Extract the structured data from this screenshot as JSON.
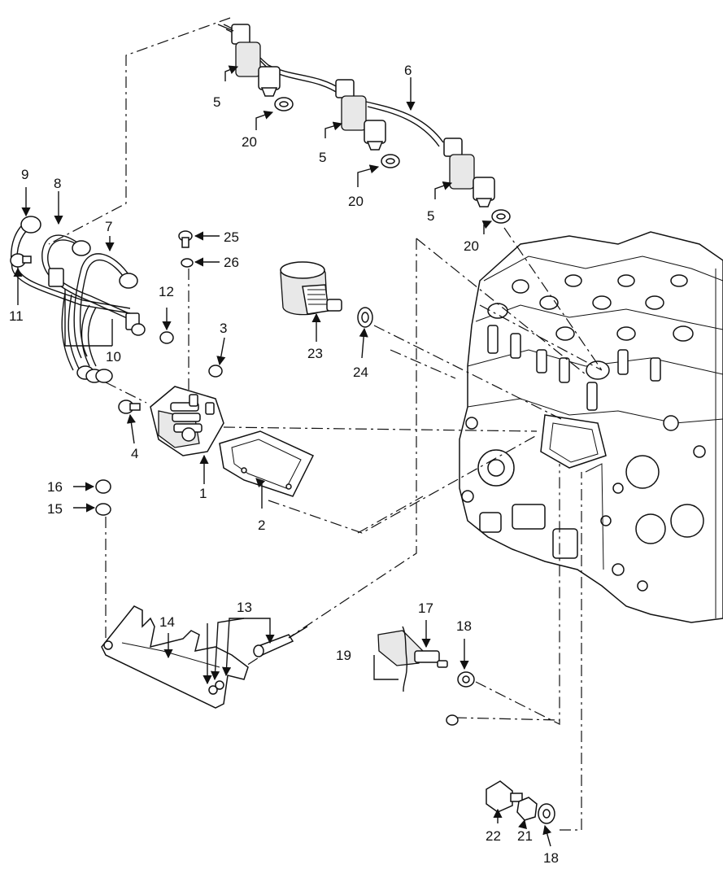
{
  "callouts": [
    {
      "id": "c5a",
      "text": "5"
    },
    {
      "id": "c5b",
      "text": "5"
    },
    {
      "id": "c5c",
      "text": "5"
    },
    {
      "id": "c6",
      "text": "6"
    },
    {
      "id": "c20a",
      "text": "20"
    },
    {
      "id": "c20b",
      "text": "20"
    },
    {
      "id": "c20c",
      "text": "20"
    },
    {
      "id": "c9",
      "text": "9"
    },
    {
      "id": "c8",
      "text": "8"
    },
    {
      "id": "c7",
      "text": "7"
    },
    {
      "id": "c11",
      "text": "11"
    },
    {
      "id": "c10",
      "text": "10"
    },
    {
      "id": "c12",
      "text": "12"
    },
    {
      "id": "c25",
      "text": "25"
    },
    {
      "id": "c26",
      "text": "26"
    },
    {
      "id": "c3",
      "text": "3"
    },
    {
      "id": "c4",
      "text": "4"
    },
    {
      "id": "c1",
      "text": "1"
    },
    {
      "id": "c2",
      "text": "2"
    },
    {
      "id": "c23",
      "text": "23"
    },
    {
      "id": "c24",
      "text": "24"
    },
    {
      "id": "c16",
      "text": "16"
    },
    {
      "id": "c15",
      "text": "15"
    },
    {
      "id": "c14",
      "text": "14"
    },
    {
      "id": "c13",
      "text": "13"
    },
    {
      "id": "c17",
      "text": "17"
    },
    {
      "id": "c18a",
      "text": "18"
    },
    {
      "id": "c19",
      "text": "19"
    },
    {
      "id": "c22",
      "text": "22"
    },
    {
      "id": "c21",
      "text": "21"
    },
    {
      "id": "c18b",
      "text": "18"
    }
  ]
}
